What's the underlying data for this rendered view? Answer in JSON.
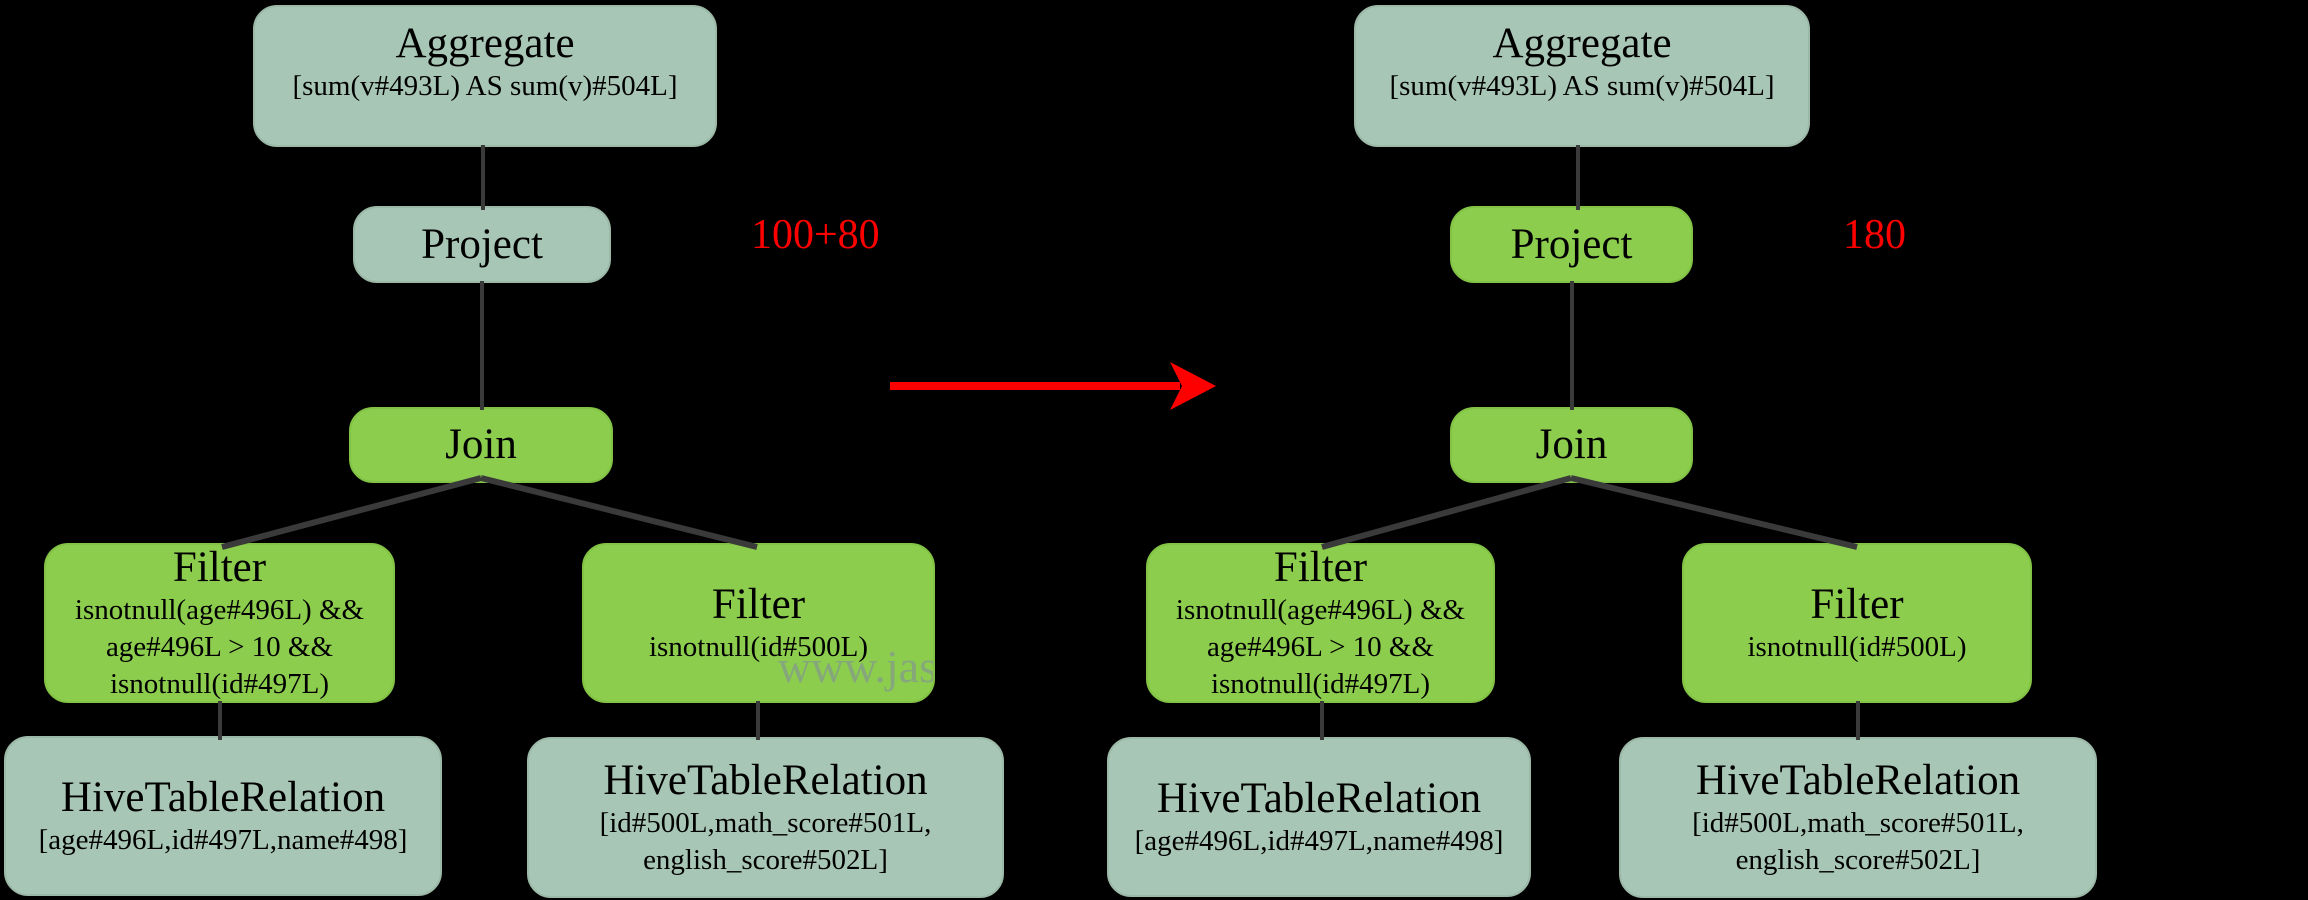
{
  "colors": {
    "background": "#000000",
    "node_sage": "#a8c6b5",
    "node_green": "#8ccd4e",
    "node_text": "#000000",
    "annotation_red": "#ff0000",
    "connector_gray": "#3a3a3a",
    "watermark_color": "#85a084"
  },
  "watermark": "www.jas",
  "left_tree": {
    "cost_label": "100+80",
    "aggregate": {
      "title": "Aggregate",
      "detail": "[sum(v#493L) AS sum(v)#504L]"
    },
    "project": {
      "title": "Project"
    },
    "join": {
      "title": "Join"
    },
    "filter_left": {
      "title": "Filter",
      "detail": "isnotnull(age#496L) &&\nage#496L > 10 &&\nisnotnull(id#497L)"
    },
    "filter_right": {
      "title": "Filter",
      "detail": "isnotnull(id#500L)"
    },
    "relation_left": {
      "title": "HiveTableRelation",
      "detail": "[age#496L,id#497L,name#498]"
    },
    "relation_right": {
      "title": "HiveTableRelation",
      "detail": "[id#500L,math_score#501L,\nenglish_score#502L]"
    }
  },
  "right_tree": {
    "cost_label": "180",
    "aggregate": {
      "title": "Aggregate",
      "detail": "[sum(v#493L) AS sum(v)#504L]"
    },
    "project": {
      "title": "Project"
    },
    "join": {
      "title": "Join"
    },
    "filter_left": {
      "title": "Filter",
      "detail": "isnotnull(age#496L) &&\nage#496L > 10 &&\nisnotnull(id#497L)"
    },
    "filter_right": {
      "title": "Filter",
      "detail": "isnotnull(id#500L)"
    },
    "relation_left": {
      "title": "HiveTableRelation",
      "detail": "[age#496L,id#497L,name#498]"
    },
    "relation_right": {
      "title": "HiveTableRelation",
      "detail": "[id#500L,math_score#501L,\nenglish_score#502L]"
    }
  }
}
